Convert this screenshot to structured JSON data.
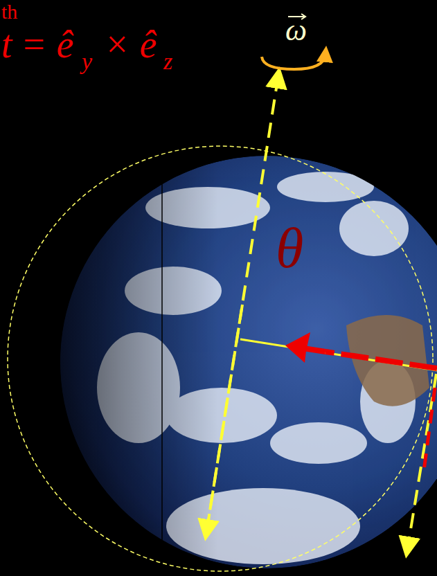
{
  "diagram": {
    "labels": [
      "th",
      "t",
      "= ê",
      "y",
      "× ê",
      "z",
      "ω",
      "θ"
    ]
  }
}
